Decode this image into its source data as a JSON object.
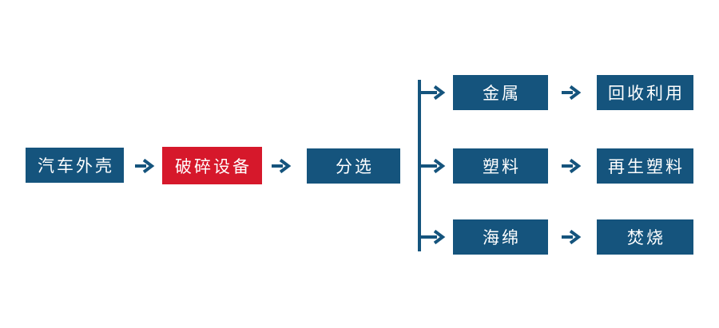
{
  "colors": {
    "background": "#FFFFFF",
    "box_blue": "#15547D",
    "box_red": "#D6182B",
    "arrow_blue": "#15547D",
    "node_text": "#FFFFFF"
  },
  "icons": {
    "flow_arrow": "→"
  },
  "flow": {
    "main_nodes": [
      {
        "label": "汽车外壳",
        "style": "blue"
      },
      {
        "label": "破碎设备",
        "style": "red"
      },
      {
        "label": "分选",
        "style": "blue"
      }
    ],
    "branches": [
      {
        "component": "金属",
        "destination": "回收利用"
      },
      {
        "component": "塑料",
        "destination": "再生塑料"
      },
      {
        "component": "海绵",
        "destination": "焚烧"
      }
    ]
  }
}
